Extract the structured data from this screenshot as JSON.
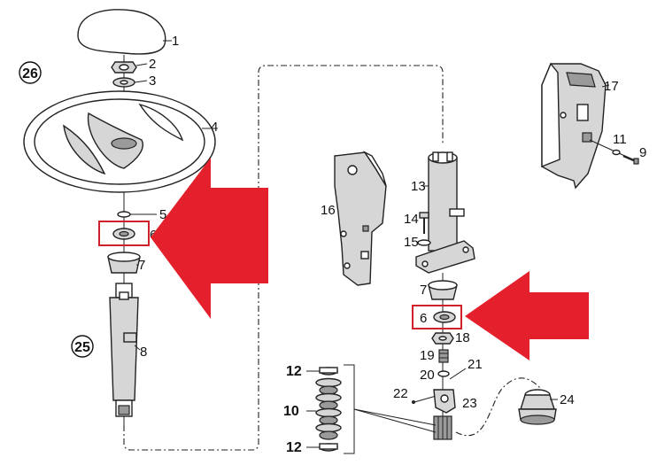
{
  "callouts": {
    "c1": "1",
    "c2": "2",
    "c3": "3",
    "c4": "4",
    "c5": "5",
    "c6a": "6",
    "c7a": "7",
    "c8": "8",
    "c25": "25",
    "c26": "26",
    "c16": "16",
    "c13": "13",
    "c14": "14",
    "c15": "15",
    "c7b": "7",
    "c6b": "6",
    "c18": "18",
    "c19": "19",
    "c20": "20",
    "c21": "21",
    "c22": "22",
    "c23": "23",
    "c24": "24",
    "c12a": "12",
    "c10": "10",
    "c12b": "12",
    "c17": "17",
    "c11": "11",
    "c9": "9"
  },
  "colors": {
    "arrow": "#e3202b",
    "highlight_box": "#d0202a"
  }
}
